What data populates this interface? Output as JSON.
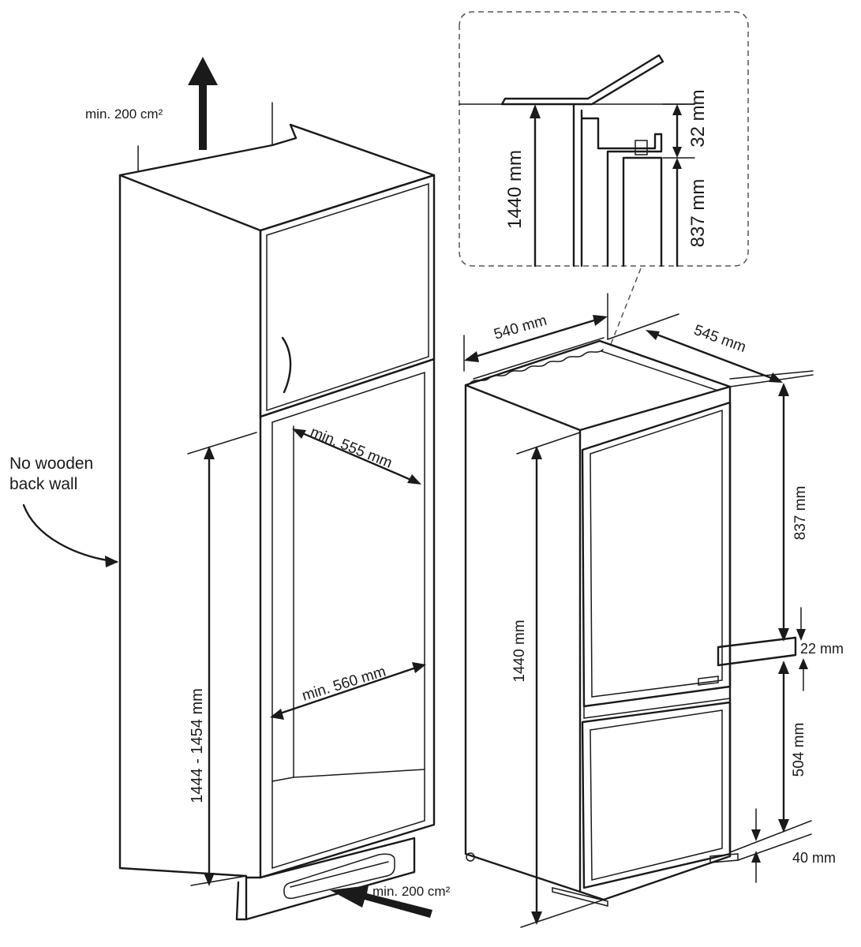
{
  "labels": {
    "vent_top": "min. 200 cm²",
    "vent_bottom": "min. 200 cm²",
    "no_back_wall_line1": "No wooden",
    "no_back_wall_line2": "back wall",
    "niche_depth": "min. 555 mm",
    "niche_width": "min. 560 mm",
    "niche_height": "1444 - 1454 mm",
    "detail_height": "1440 mm",
    "detail_gap": "32 mm",
    "detail_door": "837 mm",
    "app_width": "540 mm",
    "app_depth": "545 mm",
    "app_height": "1440 mm",
    "upper_door": "837 mm",
    "door_gap": "22 mm",
    "lower_door": "504 mm",
    "bottom_gap": "40 mm"
  },
  "icons": [
    "vent-arrow-up-icon",
    "vent-arrow-in-icon",
    "pointer-arrow-icon",
    "door-handle-icon"
  ]
}
